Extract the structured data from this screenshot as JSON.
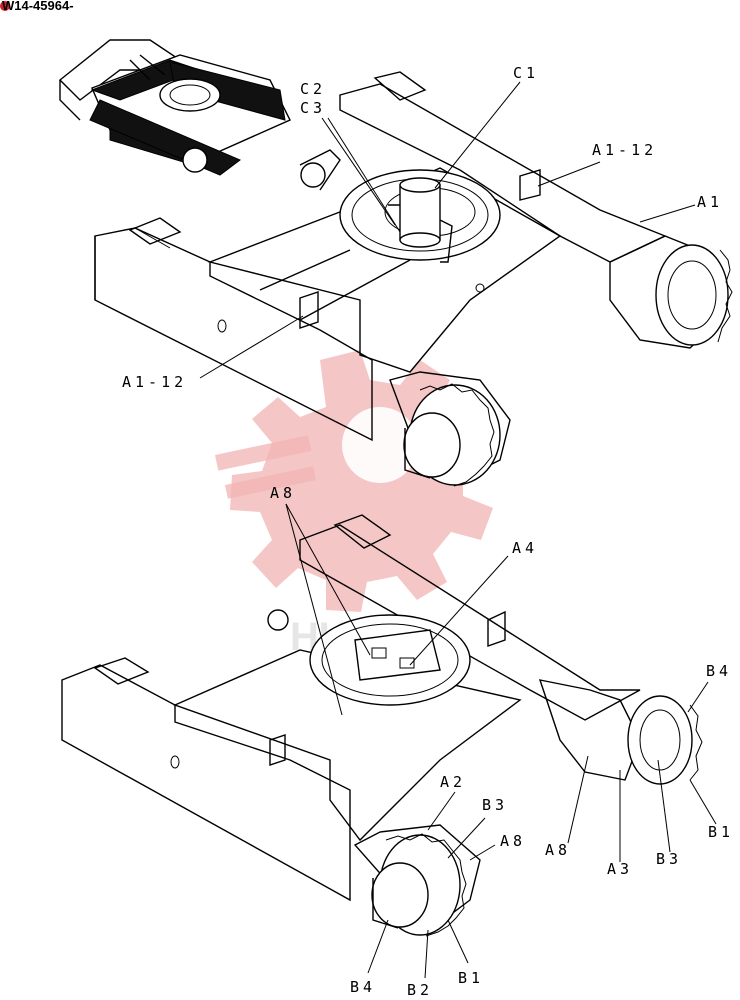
{
  "document": {
    "id_label": "W14-45964-",
    "watermark": "HUPEY"
  },
  "callouts": {
    "c1": "C1",
    "c2": "C2",
    "c3": "C3",
    "a1": "A1",
    "a1_12_top": "A1-12",
    "a1_12_left": "A1-12",
    "a8_top": "A8",
    "a4": "A4",
    "b4_right": "B4",
    "a2": "A2",
    "b3_mid": "B3",
    "a8_mid": "A8",
    "a8_right": "A8",
    "a3": "A3",
    "b3_right": "B3",
    "b1_right": "B1",
    "b4_bottom": "B4",
    "b2": "B2",
    "b1_bottom": "B1"
  },
  "colors": {
    "line": "#000000",
    "watermark": "#f2b3b3",
    "badge": "#d0202a"
  }
}
